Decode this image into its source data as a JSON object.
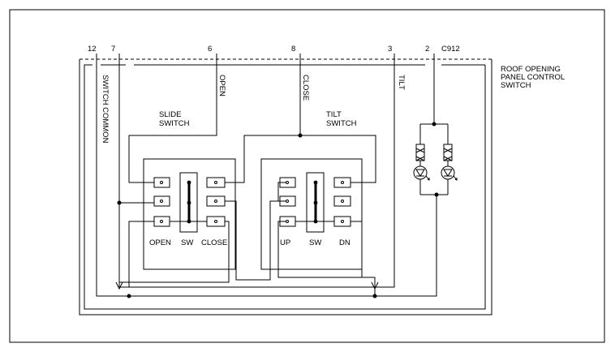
{
  "connector": {
    "id": "C912",
    "pins": [
      "12",
      "7",
      "6",
      "8",
      "3",
      "2"
    ]
  },
  "component": {
    "name_lines": [
      "ROOF OPENING",
      "PANEL CONTROL",
      "SWITCH"
    ]
  },
  "wires": {
    "switch_common": "SWITCH COMMON",
    "open": "OPEN",
    "close": "CLOSE",
    "tilt": "TILT"
  },
  "slide_switch": {
    "title_lines": [
      "SLIDE",
      "SWITCH"
    ],
    "positions": [
      "OPEN",
      "SW",
      "CLOSE"
    ]
  },
  "tilt_switch": {
    "title_lines": [
      "TILT",
      "SWITCH"
    ],
    "positions": [
      "UP",
      "SW",
      "DN"
    ]
  },
  "style": {
    "line_color": "#000000",
    "background": "#ffffff"
  }
}
